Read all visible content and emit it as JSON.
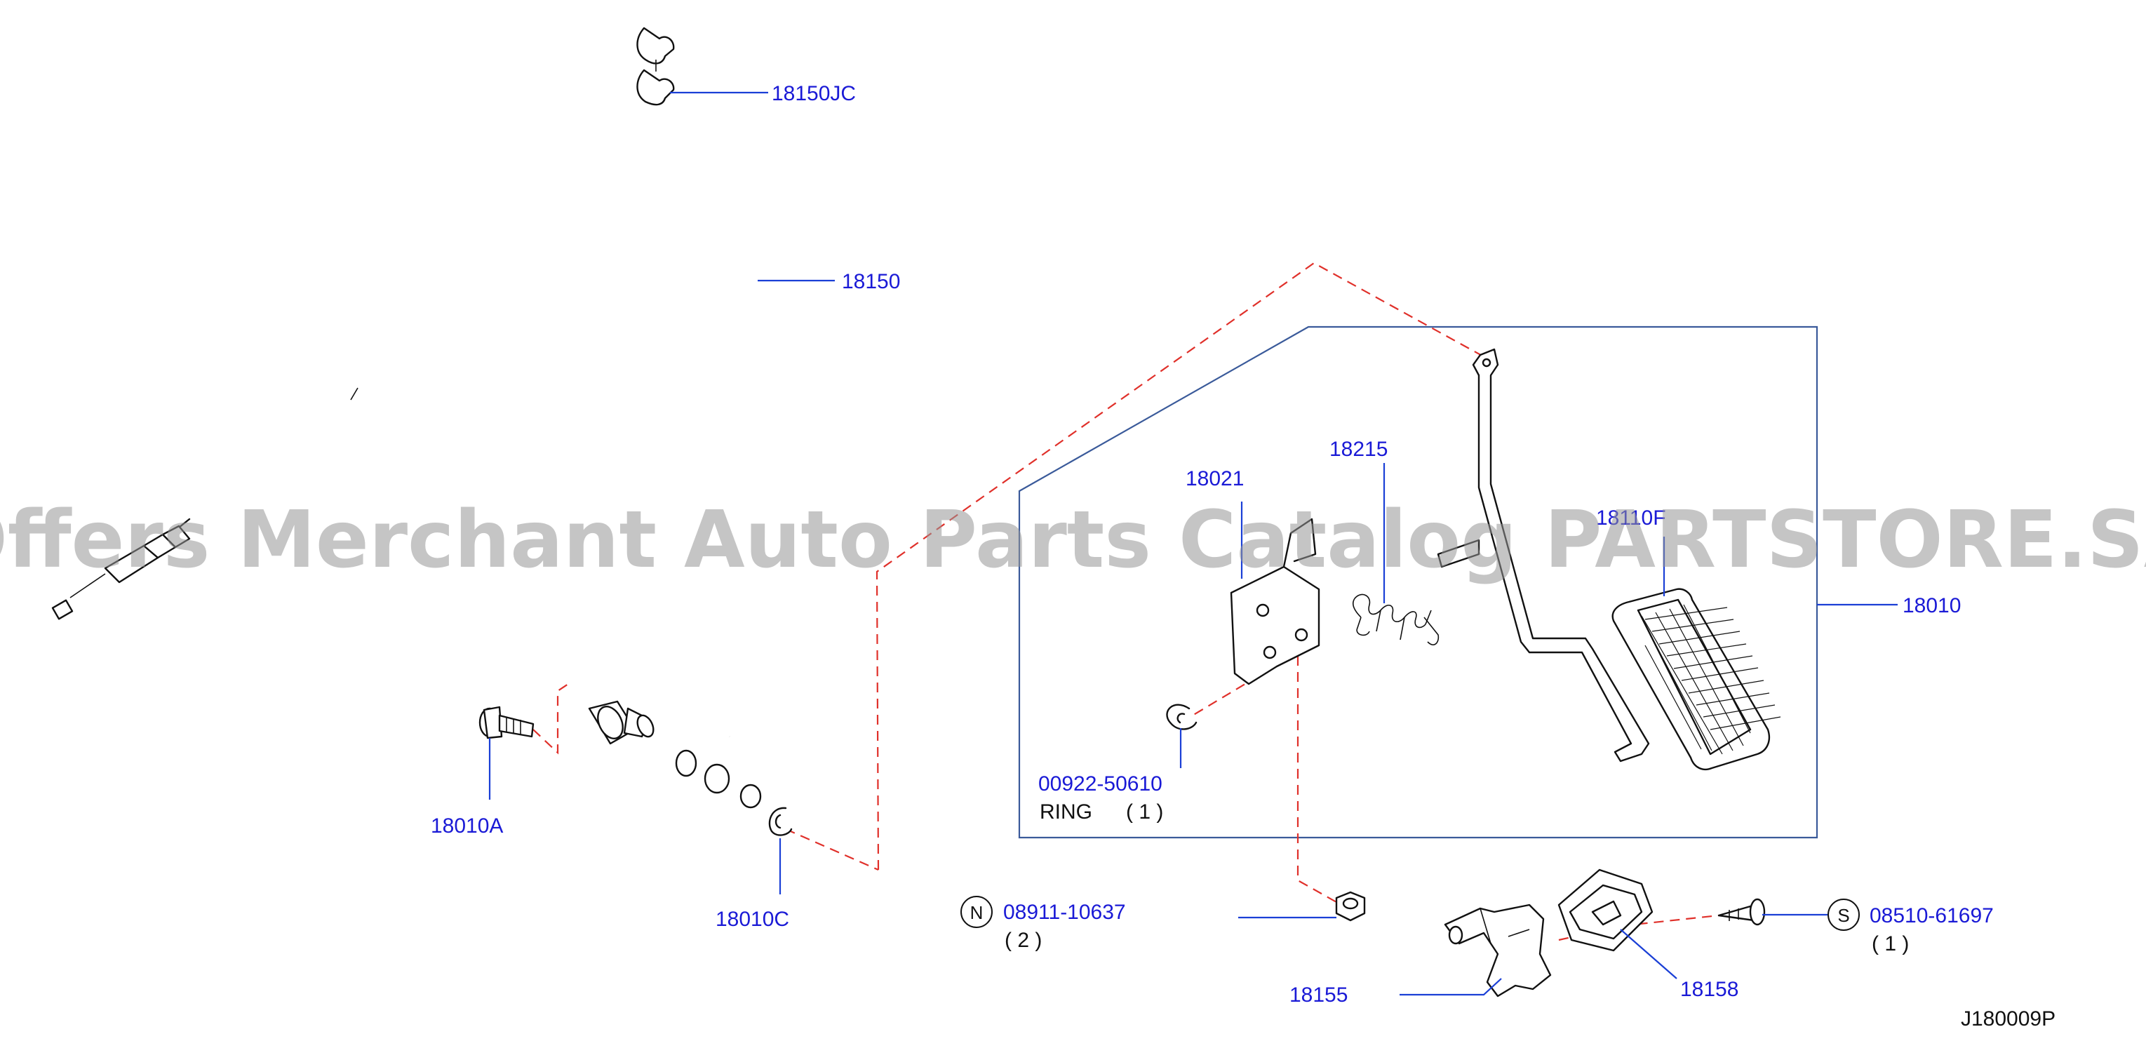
{
  "diagram": {
    "callouts": {
      "p18150JC": "18150JC",
      "p18150": "18150",
      "p18021": "18021",
      "p18215": "18215",
      "p18110": "18110F",
      "p18010": "18010",
      "p18010A": "18010A",
      "p18010C": "18010C",
      "p00922": "00922-50610",
      "p00922_name": "RING",
      "p00922_qty": "( 1 )",
      "p08911": "08911-10637",
      "p08911_qty": "( 2 )",
      "p08911_symbol": "N",
      "p08510": "08510-61697",
      "p08510_qty": "( 1 )",
      "p08510_symbol": "S",
      "p18155": "18155",
      "p18158": "18158"
    },
    "reference_code": "J180009P",
    "watermark": "Offers Merchant Auto Parts Catalog PARTSTORE.SA",
    "colors": {
      "callout_text": "#1a1ad6",
      "leader_line": "#1a3fd6",
      "dashed_line": "#e0302a",
      "frame": "#3a5a9a"
    }
  }
}
